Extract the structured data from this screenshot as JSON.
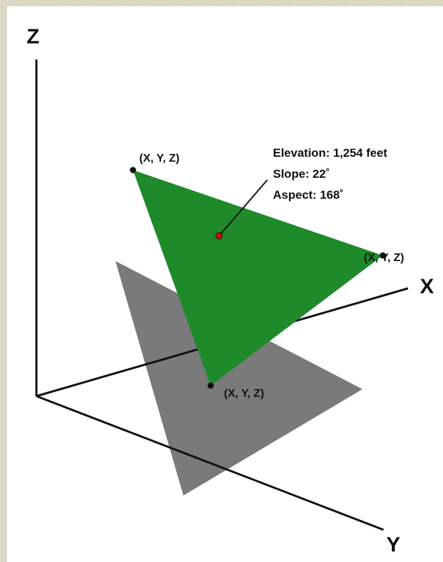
{
  "axes": {
    "z_label": "Z",
    "x_label": "X",
    "y_label": "Y"
  },
  "vertices": [
    {
      "label": "(X, Y, Z)"
    },
    {
      "label": "(X, Y, Z)"
    },
    {
      "label": "(X, Y, Z)"
    }
  ],
  "centroid_info": {
    "elevation": "Elevation: 1,254 feet",
    "slope": "Slope: 22˚",
    "aspect": "Aspect: 168˚"
  },
  "colors": {
    "surface": "#1e8a2a",
    "shadow": "#7a7a7a",
    "axis": "#111111",
    "centroid": "#d01010"
  }
}
